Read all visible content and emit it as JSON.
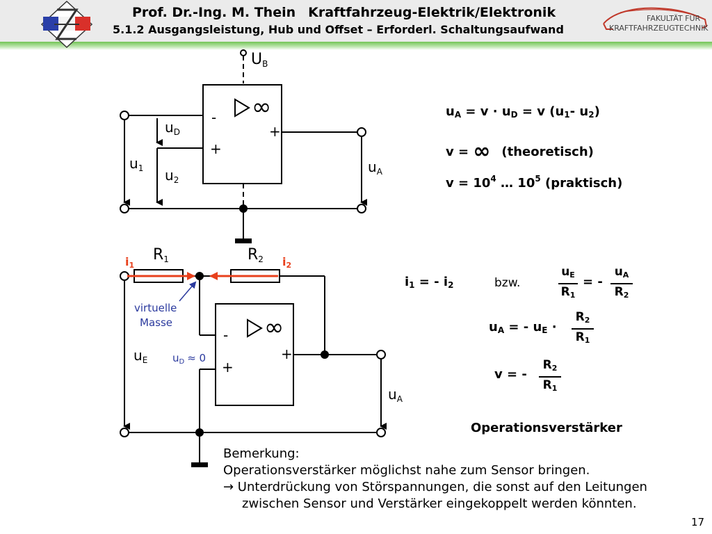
{
  "header": {
    "author": "Prof. Dr.-Ing. M. Thein",
    "course": "Kraftfahrzeug-Elektrik/Elektronik",
    "section": "5.1.2 Ausgangsleistung, Hub und Offset – Erforderl. Schaltungsaufwand",
    "faculty_line1": "FAKULTÄT FÜR",
    "faculty_line2": "KRAFTFAHRZEUGTECHNIK"
  },
  "circuit_top": {
    "supply": "U",
    "supply_sub": "B",
    "minus": "-",
    "plus_in": "+",
    "plus_out": "+",
    "ud": "u",
    "ud_sub": "D",
    "u1": "u",
    "u1_sub": "1",
    "u2": "u",
    "u2_sub": "2",
    "ua": "u",
    "ua_sub": "A"
  },
  "circuit_bottom": {
    "r1": "R",
    "r1_sub": "1",
    "r2": "R",
    "r2_sub": "2",
    "i1": "i",
    "i1_sub": "1",
    "i2": "i",
    "i2_sub": "2",
    "virtual_line1": "virtuelle",
    "virtual_line2": "Masse",
    "ue": "u",
    "ue_sub": "E",
    "ud_label": "u",
    "ud_sub": "D",
    "ud_approx": "≈ 0",
    "minus": "-",
    "plus_in": "+",
    "plus_out": "+",
    "ua": "u",
    "ua_sub": "A"
  },
  "formulas": {
    "f1_a": "u",
    "f1_a_sub": "A",
    "f1_b": " = v · u",
    "f1_b_sub": "D",
    "f1_c": " = v (u",
    "f1_c_sub1": "1",
    "f1_d": "- u",
    "f1_d_sub2": "2",
    "f1_e": ")",
    "f2_a": "v = ",
    "f2_b": "∞",
    "f2_c": "(theoretisch)",
    "f3_a": "v = 10",
    "f3_sup1": "4",
    "f3_b": " … 10",
    "f3_sup2": "5",
    "f3_c": " (praktisch)",
    "f4_a": "i",
    "f4_sub1": "1",
    "f4_b": " = - i",
    "f4_sub2": "2",
    "bzw": "bzw.",
    "frac1_num": "u",
    "frac1_num_sub": "E",
    "frac1_den": "R",
    "frac1_den_sub": "1",
    "eq_minus": "= -",
    "frac2_num": "u",
    "frac2_num_sub": "A",
    "frac2_den": "R",
    "frac2_den_sub": "2",
    "f5_a": "u",
    "f5_sub1": "A",
    "f5_b": " = - u",
    "f5_sub2": "E",
    "f5_c": " ·",
    "frac3_num": "R",
    "frac3_num_sub": "2",
    "frac3_den": "R",
    "frac3_den_sub": "1",
    "f6_a": "v = -",
    "frac4_num": "R",
    "frac4_num_sub": "2",
    "frac4_den": "R",
    "frac4_den_sub": "1",
    "caption": "Operationsverstärker"
  },
  "remark": {
    "line1": "Bemerkung:",
    "line2": "Operationsverstärker möglichst nahe zum Sensor bringen.",
    "line3": "→ Unterdrückung von Störspannungen, die sonst auf den Leitungen",
    "line4": "zwischen Sensor und Verstärker eingekoppelt werden könnten."
  },
  "page_number": "17",
  "colors": {
    "header_bg": "#ebebeb",
    "accent_green": "#73c456",
    "arrow_red": "#e8401c",
    "blue_label": "#2b3a9e"
  }
}
